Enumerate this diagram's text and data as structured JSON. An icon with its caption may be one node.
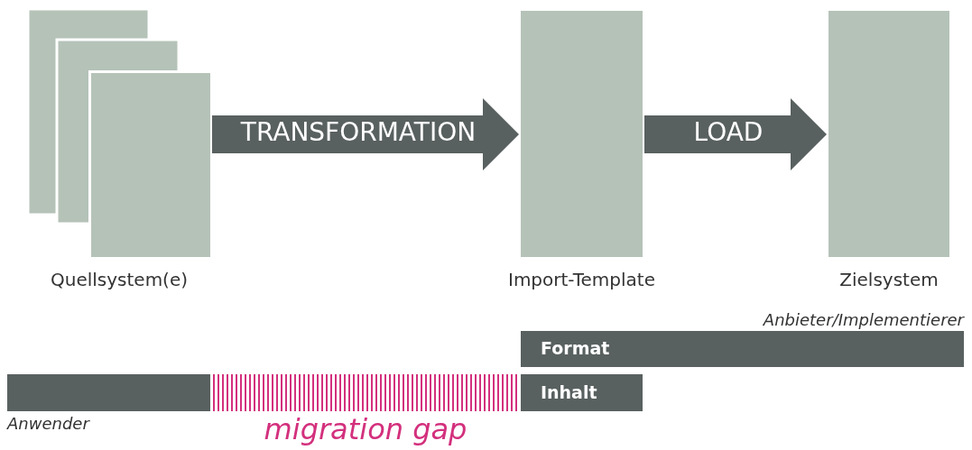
{
  "diagram": {
    "nodes": [
      {
        "text": [],
        "shape": "box",
        "beside": [
          "Quellsystem(e)"
        ]
      },
      {
        "text": [],
        "shape": "box",
        "beside": [
          "Import-Template"
        ]
      },
      {
        "text": [],
        "shape": "box",
        "beside": [
          "Zielsystem"
        ]
      },
      {
        "text": [
          "Format"
        ],
        "beside": [
          "Anbieter/Implementierer"
        ]
      },
      {
        "text": [
          "Inhalt"
        ]
      },
      {
        "text": [],
        "shape": "bar",
        "beside": [
          "Anwender"
        ]
      },
      {
        "text": [],
        "shape": "bar",
        "beside": [
          "migration gap"
        ]
      }
    ],
    "edges": [
      {
        "from": 0,
        "to": 1,
        "arrow": "to",
        "label": "TRANSFORMATION"
      },
      {
        "from": 1,
        "to": 2,
        "arrow": "to",
        "label": "LOAD"
      }
    ]
  }
}
